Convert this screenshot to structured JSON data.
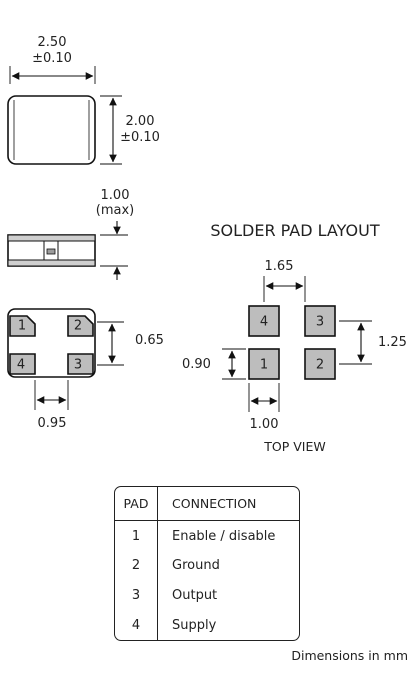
{
  "top_view": {
    "width_value": "2.50",
    "width_tol": "±0.10",
    "height_value": "2.00",
    "height_tol": "±0.10"
  },
  "side_view": {
    "height_value": "1.00",
    "height_note": "(max)"
  },
  "bottom_view": {
    "pads": [
      "1",
      "2",
      "3",
      "4"
    ],
    "pad_pitch_v": "0.65",
    "pad_pitch_h": "0.95"
  },
  "solder_layout": {
    "title": "SOLDER PAD LAYOUT",
    "pads": [
      "4",
      "3",
      "1",
      "2"
    ],
    "gap": "1.65",
    "pitch_v": "1.25",
    "pad_h": "0.90",
    "pad_w": "1.00",
    "caption": "TOP VIEW"
  },
  "pad_table": {
    "headers": [
      "PAD",
      "CONNECTION"
    ],
    "rows": [
      [
        "1",
        "Enable / disable"
      ],
      [
        "2",
        "Ground"
      ],
      [
        "3",
        "Output"
      ],
      [
        "4",
        "Supply"
      ]
    ]
  },
  "units_note": "Dimensions in mm"
}
